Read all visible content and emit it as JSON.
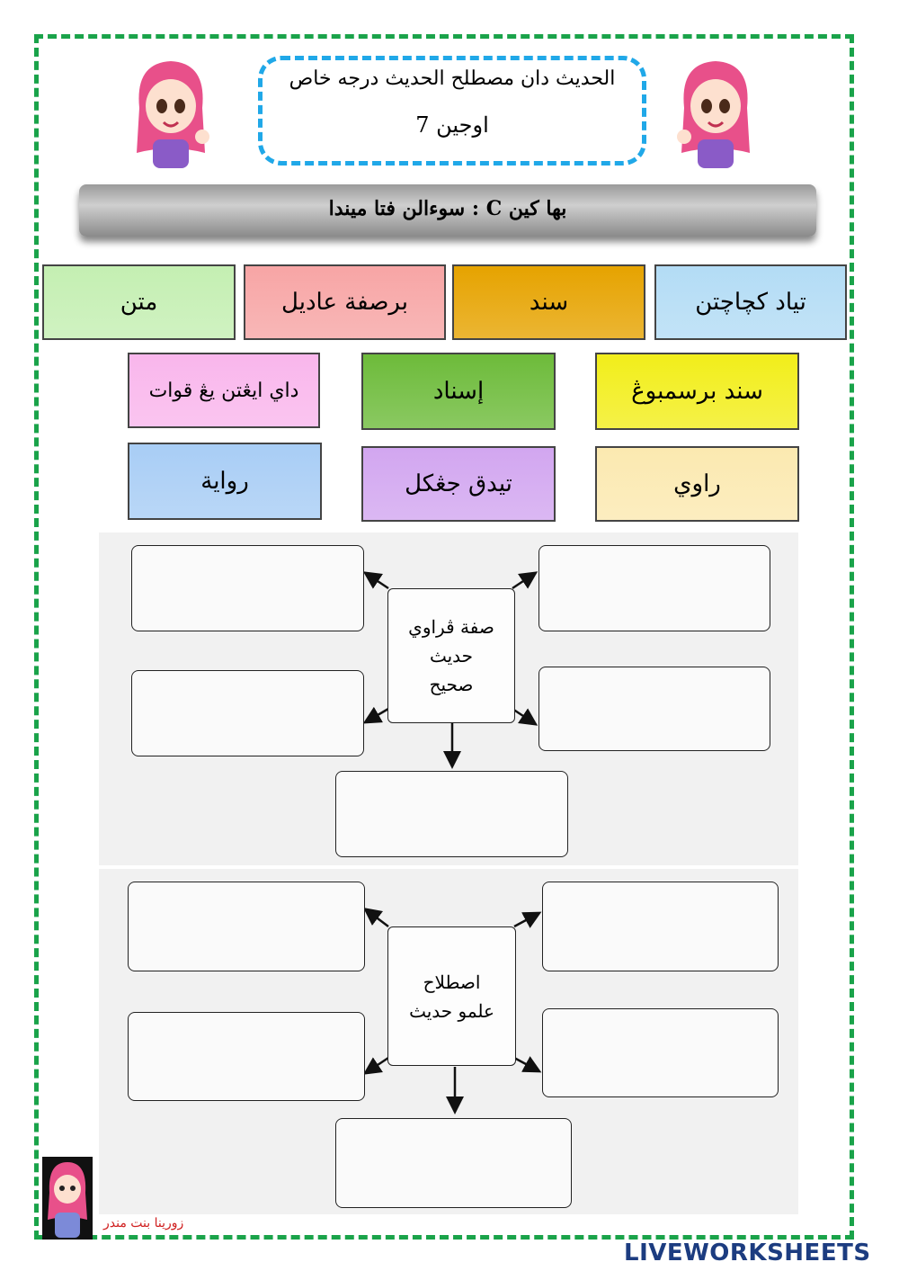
{
  "header": {
    "title_line1": "الحديث دان مصطلح الحديث درجه خاص",
    "title_line2": "اوجين 7"
  },
  "banner": {
    "instruction": "بها كين C : سوءالن فتا ميندا"
  },
  "word_bank": [
    {
      "label": "تياد كچاچتن",
      "color": "#b3dcf5"
    },
    {
      "label": "سند",
      "color": "#e6a300"
    },
    {
      "label": "برصفة عاديل",
      "color": "#f7a5a5"
    },
    {
      "label": "متن",
      "color": "#c4efb2"
    },
    {
      "label": "سند برسمبوڠ",
      "color": "#f2ee1a"
    },
    {
      "label": "إسناد",
      "color": "#6dbb3a"
    },
    {
      "label": "داي ايڠتن يڠ قوات",
      "color": "#f9b6ec"
    },
    {
      "label": "راوي",
      "color": "#fbe9b0"
    },
    {
      "label": "تيدق جڠكل",
      "color": "#d2a6f0"
    },
    {
      "label": "رواية",
      "color": "#a8cdf5"
    }
  ],
  "diagram1": {
    "center_text": "صفة ڤراوي حديث صحيح"
  },
  "diagram2": {
    "center_text": "اصطلاح علمو حديث"
  },
  "credit": "زورينا بنت مندر",
  "footer": {
    "brand": "LIVEWORKSHEETS"
  }
}
